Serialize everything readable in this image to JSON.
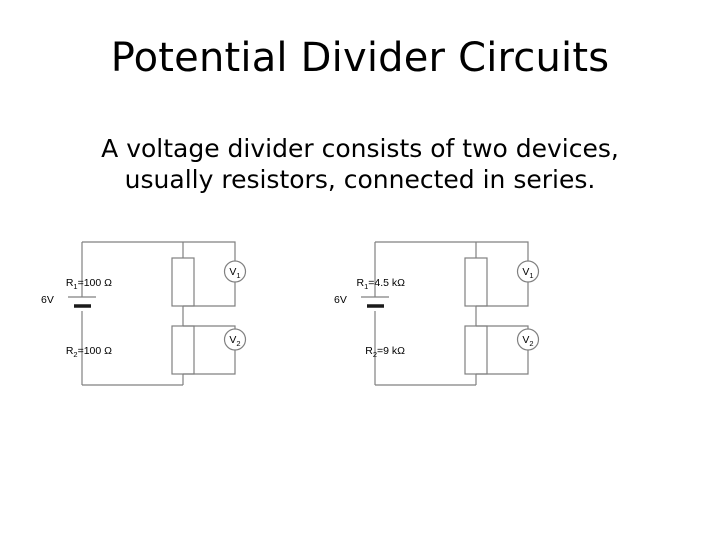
{
  "slide": {
    "title": "Potential Divider Circuits",
    "body_line1": "A voltage divider consists of two devices,",
    "body_line2": "usually resistors, connected in series."
  },
  "circuits": [
    {
      "id": "circuit-left",
      "source_label": "6V",
      "r1_label": "R",
      "r1_sub": "1",
      "r1_value": "=100 Ω",
      "r2_label": "R",
      "r2_sub": "2",
      "r2_value": "=100 Ω",
      "v1_label": "V",
      "v1_sub": "1",
      "v2_label": "V",
      "v2_sub": "2"
    },
    {
      "id": "circuit-right",
      "source_label": "6V",
      "r1_label": "R",
      "r1_sub": "1",
      "r1_value": "=4.5 kΩ",
      "r2_label": "R",
      "r2_sub": "2",
      "r2_value": "=9 kΩ",
      "v1_label": "V",
      "v1_sub": "1",
      "v2_label": "V",
      "v2_sub": "2"
    }
  ],
  "colors": {
    "background": "#ffffff",
    "text": "#000000",
    "wire": "#808080",
    "battery_negative_plate": "#1a1a1a"
  }
}
